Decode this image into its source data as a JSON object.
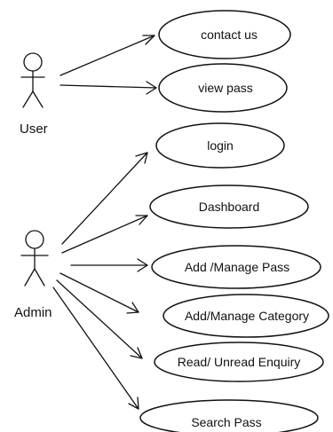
{
  "actors": {
    "user": {
      "label": "User"
    },
    "admin": {
      "label": "Admin"
    }
  },
  "use_cases": {
    "contact_us": "contact us",
    "view_pass": "view pass",
    "login": "login",
    "dashboard": "Dashboard",
    "add_manage_pass": "Add /Manage Pass",
    "add_manage_category": "Add/Manage Category",
    "read_unread_enquiry": "Read/ Unread Enquiry",
    "search_pass": "Search Pass"
  },
  "associations": [
    {
      "actor": "user",
      "use_case": "contact_us"
    },
    {
      "actor": "user",
      "use_case": "view_pass"
    },
    {
      "actor": "admin",
      "use_case": "login"
    },
    {
      "actor": "admin",
      "use_case": "dashboard"
    },
    {
      "actor": "admin",
      "use_case": "add_manage_pass"
    },
    {
      "actor": "admin",
      "use_case": "add_manage_category"
    },
    {
      "actor": "admin",
      "use_case": "read_unread_enquiry"
    },
    {
      "actor": "admin",
      "use_case": "search_pass"
    }
  ]
}
